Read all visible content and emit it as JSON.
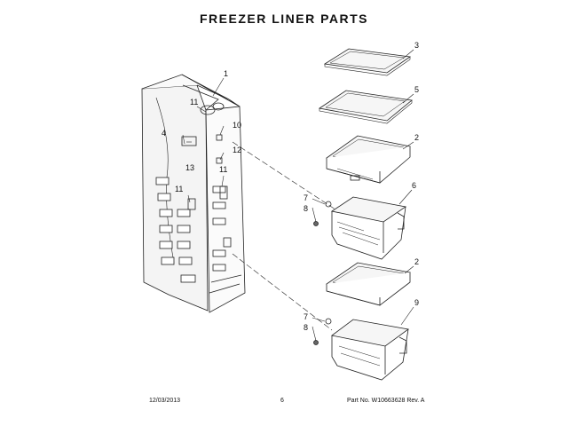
{
  "title": "FREEZER LINER PARTS",
  "callouts": {
    "c1": "1",
    "c3": "3",
    "c5": "5",
    "c2a": "2",
    "c6": "6",
    "c2b": "2",
    "c9": "9",
    "c11a": "11",
    "c4": "4",
    "c13": "13",
    "c10": "10",
    "c12": "12",
    "c11b": "11",
    "c11c": "11",
    "c7a": "7",
    "c8a": "8",
    "c7b": "7",
    "c8b": "8"
  },
  "footer": {
    "date": "12/03/2013",
    "page": "6",
    "part": "Part No.  W10663628   Rev. A"
  }
}
